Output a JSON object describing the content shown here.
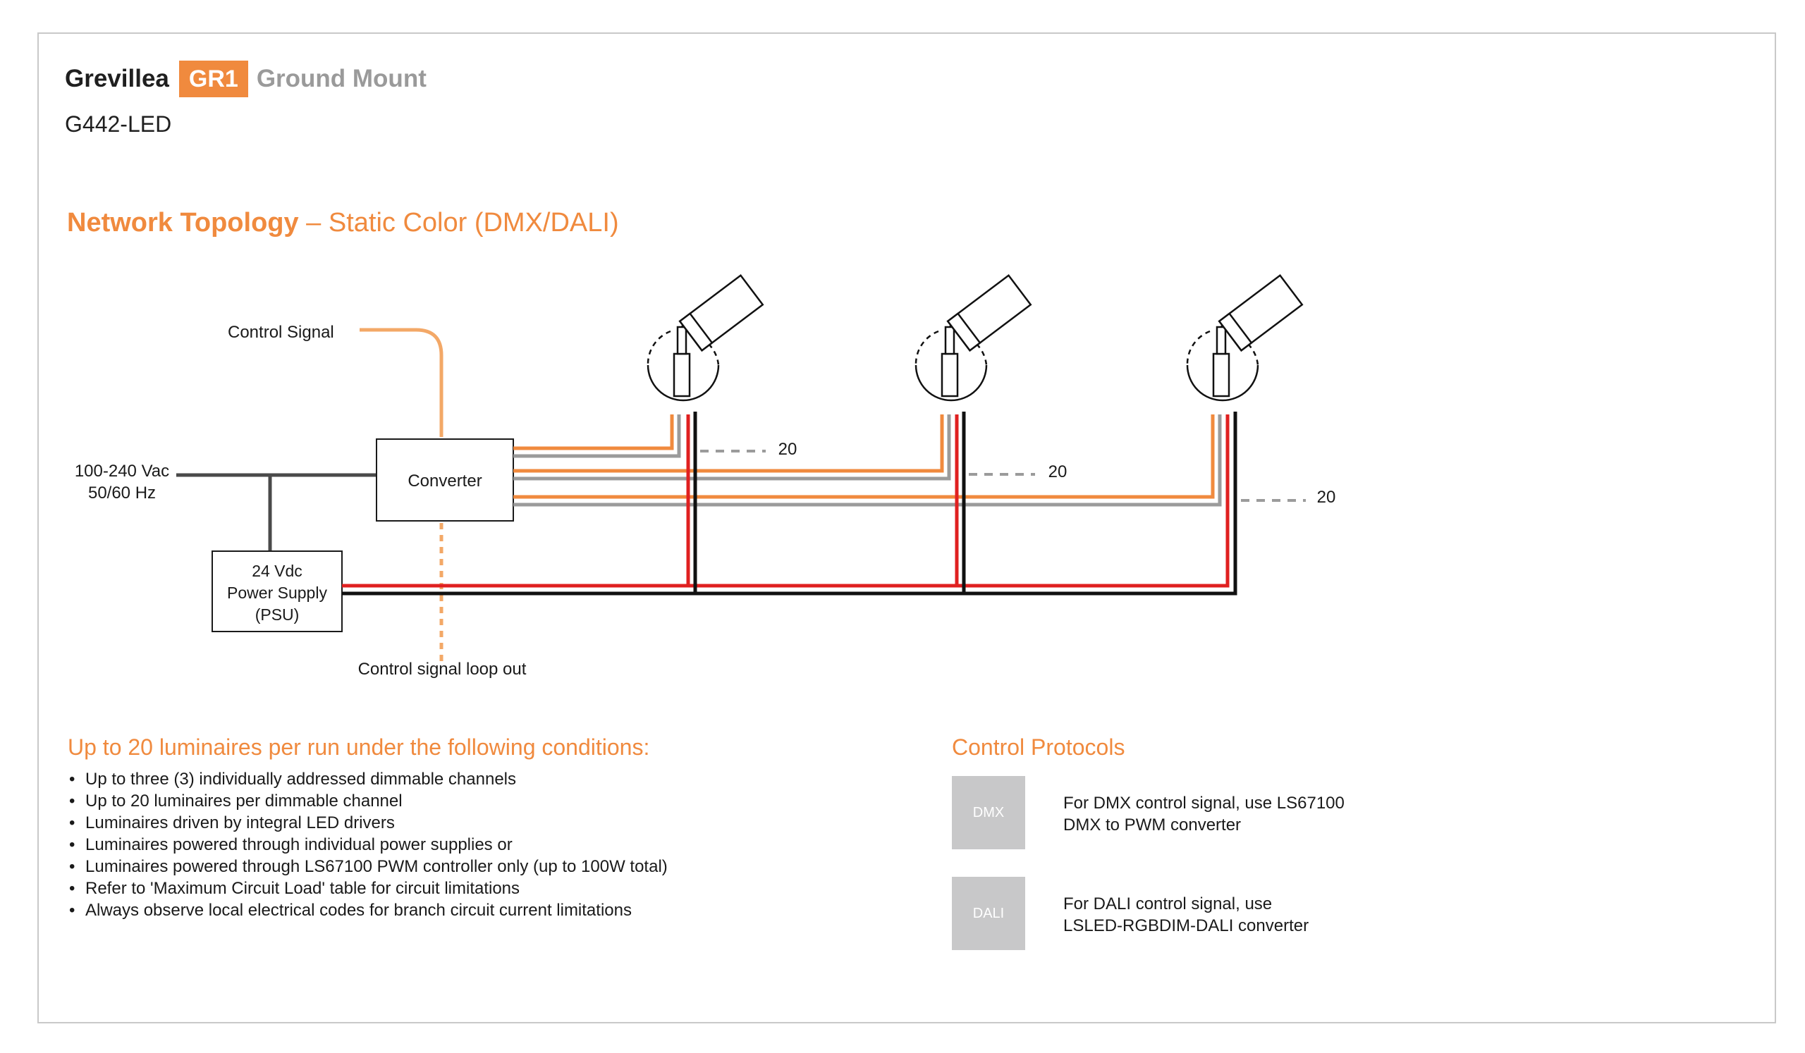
{
  "header": {
    "brand": "Grevillea",
    "badge": "GR1",
    "mount": "Ground Mount",
    "model": "G442-LED"
  },
  "section": {
    "title_bold": "Network Topology",
    "title_rest": " – Static Color (DMX/DALI)"
  },
  "diagram": {
    "control_signal": "Control Signal",
    "mains_line1": "100-240 Vac",
    "mains_line2": "50/60 Hz",
    "converter": "Converter",
    "psu_line1": "24 Vdc",
    "psu_line2": "Power Supply",
    "psu_line3": "(PSU)",
    "loop_out": "Control signal loop out",
    "count_labels": [
      "20",
      "20",
      "20"
    ],
    "colors": {
      "orange": "#f08a3e",
      "light_orange": "#f3a867",
      "grey": "#9b9b9b",
      "red": "#e02020",
      "black": "#111111",
      "mains": "#4a4a4a"
    }
  },
  "conditions": {
    "title": "Up to 20 luminaires per run under the following conditions:",
    "items": [
      "Up to three (3) individually addressed dimmable channels",
      "Up to 20 luminaires per dimmable channel",
      "Luminaires driven by integral LED drivers",
      "Luminaires powered through individual power supplies or",
      "Luminaires powered through LS67100 PWM controller only (up to 100W total)",
      "Refer to 'Maximum Circuit Load' table for circuit limitations",
      "Always observe local electrical codes for branch circuit current limitations"
    ]
  },
  "protocols": {
    "title": "Control Protocols",
    "dmx": {
      "tag": "DMX",
      "line1": "For DMX control signal, use LS67100",
      "line2": "DMX to PWM converter"
    },
    "dali": {
      "tag": "DALI",
      "line1": "For DALI control signal, use",
      "line2": "LSLED-RGBDIM-DALI converter"
    }
  }
}
